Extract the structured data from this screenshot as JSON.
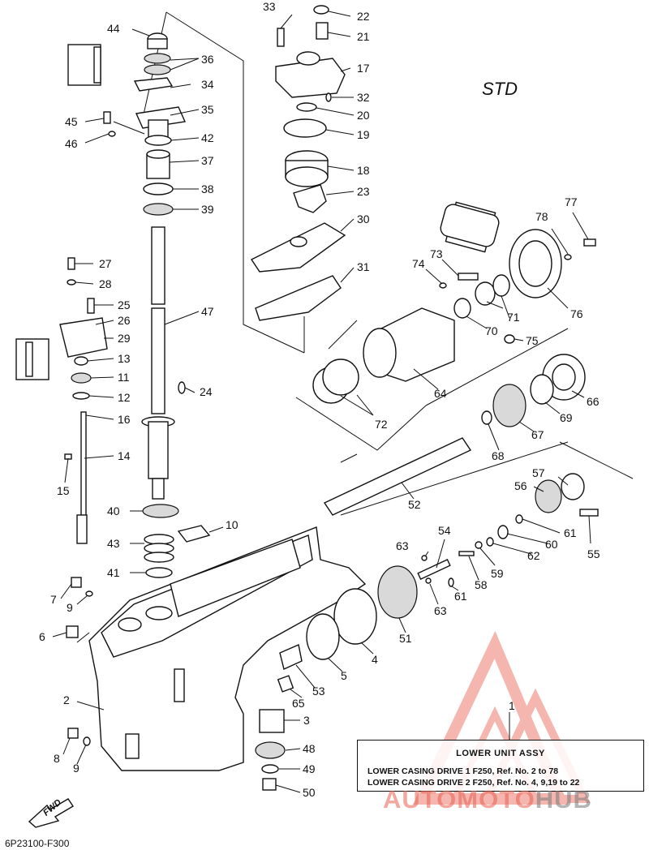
{
  "diagram": {
    "std_label": "STD",
    "drawing_code": "6P23100-F300",
    "fwd_label": "FWD",
    "assembly_box": {
      "title": "LOWER  UNIT ASSY",
      "line1": "LOWER CASING DRIVE 1 F250, Ref. No. 2 to 78",
      "line2": "LOWER CASING DRIVE 2 F250, Ref. No. 4, 9,19 to 22"
    },
    "watermark": {
      "part1": "AUTOMOTO",
      "part2": "HUB"
    },
    "parts": [
      {
        "id": "p1",
        "label": "1"
      },
      {
        "id": "p2",
        "label": "2"
      },
      {
        "id": "p3",
        "label": "3"
      },
      {
        "id": "p4",
        "label": "4"
      },
      {
        "id": "p5",
        "label": "5"
      },
      {
        "id": "p6",
        "label": "6"
      },
      {
        "id": "p7",
        "label": "7"
      },
      {
        "id": "p8",
        "label": "8"
      },
      {
        "id": "p9a",
        "label": "9"
      },
      {
        "id": "p9b",
        "label": "9"
      },
      {
        "id": "p10",
        "label": "10"
      },
      {
        "id": "p11",
        "label": "11"
      },
      {
        "id": "p12",
        "label": "12"
      },
      {
        "id": "p13",
        "label": "13"
      },
      {
        "id": "p14",
        "label": "14"
      },
      {
        "id": "p15",
        "label": "15"
      },
      {
        "id": "p16",
        "label": "16"
      },
      {
        "id": "p17",
        "label": "17"
      },
      {
        "id": "p18",
        "label": "18"
      },
      {
        "id": "p19",
        "label": "19"
      },
      {
        "id": "p20",
        "label": "20"
      },
      {
        "id": "p21",
        "label": "21"
      },
      {
        "id": "p22",
        "label": "22"
      },
      {
        "id": "p23",
        "label": "23"
      },
      {
        "id": "p24",
        "label": "24"
      },
      {
        "id": "p25",
        "label": "25"
      },
      {
        "id": "p26",
        "label": "26"
      },
      {
        "id": "p27",
        "label": "27"
      },
      {
        "id": "p28",
        "label": "28"
      },
      {
        "id": "p29",
        "label": "29"
      },
      {
        "id": "p30",
        "label": "30"
      },
      {
        "id": "p31",
        "label": "31"
      },
      {
        "id": "p32",
        "label": "32"
      },
      {
        "id": "p33",
        "label": "33"
      },
      {
        "id": "p34",
        "label": "34"
      },
      {
        "id": "p35",
        "label": "35"
      },
      {
        "id": "p36",
        "label": "36"
      },
      {
        "id": "p37",
        "label": "37"
      },
      {
        "id": "p38",
        "label": "38"
      },
      {
        "id": "p39",
        "label": "39"
      },
      {
        "id": "p40",
        "label": "40"
      },
      {
        "id": "p41",
        "label": "41"
      },
      {
        "id": "p42",
        "label": "42"
      },
      {
        "id": "p43",
        "label": "43"
      },
      {
        "id": "p44",
        "label": "44"
      },
      {
        "id": "p45",
        "label": "45"
      },
      {
        "id": "p46",
        "label": "46"
      },
      {
        "id": "p47",
        "label": "47"
      },
      {
        "id": "p48",
        "label": "48"
      },
      {
        "id": "p49",
        "label": "49"
      },
      {
        "id": "p50",
        "label": "50"
      },
      {
        "id": "p51",
        "label": "51"
      },
      {
        "id": "p52",
        "label": "52"
      },
      {
        "id": "p53",
        "label": "53"
      },
      {
        "id": "p54",
        "label": "54"
      },
      {
        "id": "p55",
        "label": "55"
      },
      {
        "id": "p56",
        "label": "56"
      },
      {
        "id": "p57",
        "label": "57"
      },
      {
        "id": "p58",
        "label": "58"
      },
      {
        "id": "p59",
        "label": "59"
      },
      {
        "id": "p60",
        "label": "60"
      },
      {
        "id": "p61a",
        "label": "61"
      },
      {
        "id": "p61b",
        "label": "61"
      },
      {
        "id": "p62",
        "label": "62"
      },
      {
        "id": "p63a",
        "label": "63"
      },
      {
        "id": "p63b",
        "label": "63"
      },
      {
        "id": "p64",
        "label": "64"
      },
      {
        "id": "p65",
        "label": "65"
      },
      {
        "id": "p66",
        "label": "66"
      },
      {
        "id": "p67",
        "label": "67"
      },
      {
        "id": "p68",
        "label": "68"
      },
      {
        "id": "p69",
        "label": "69"
      },
      {
        "id": "p70",
        "label": "70"
      },
      {
        "id": "p71",
        "label": "71"
      },
      {
        "id": "p72",
        "label": "72"
      },
      {
        "id": "p73",
        "label": "73"
      },
      {
        "id": "p74",
        "label": "74"
      },
      {
        "id": "p75",
        "label": "75"
      },
      {
        "id": "p76",
        "label": "76"
      },
      {
        "id": "p77",
        "label": "77"
      },
      {
        "id": "p78",
        "label": "78"
      }
    ]
  }
}
